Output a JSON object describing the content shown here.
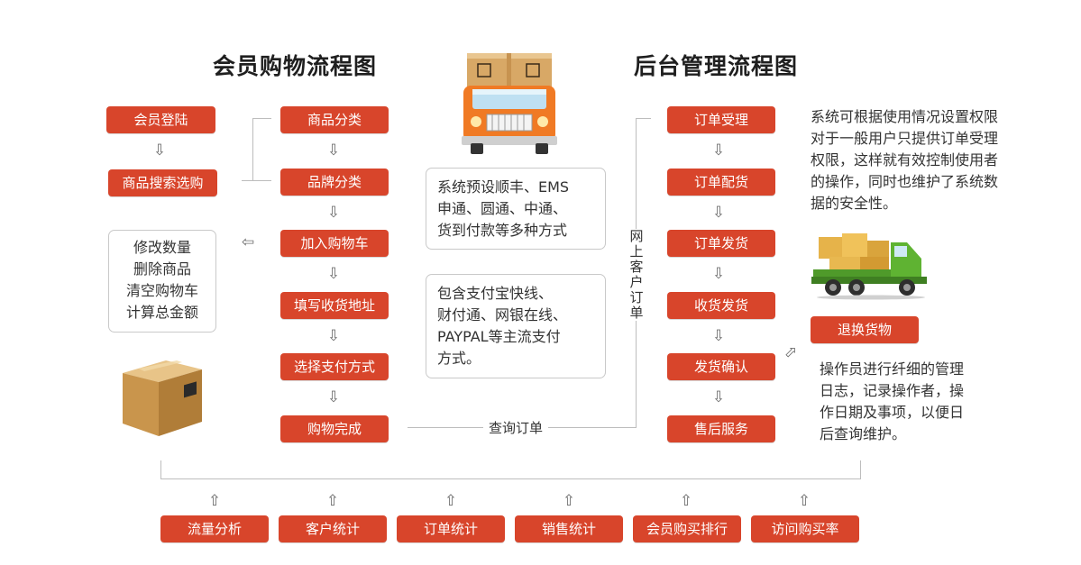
{
  "titles": {
    "member": "会员购物流程图",
    "admin": "后台管理流程图"
  },
  "member_flow": {
    "login": "会员登陆",
    "search": "商品搜索选购",
    "cart_ops": [
      "修改数量",
      "删除商品",
      "清空购物车",
      "计算总金额"
    ]
  },
  "shopping_steps": [
    "商品分类",
    "品牌分类",
    "加入购物车",
    "填写收货地址",
    "选择支付方式",
    "购物完成"
  ],
  "notes": {
    "shipping": [
      "系统预设顺丰、EMS",
      "申通、圆通、中通、",
      "货到付款等多种方式"
    ],
    "payment": [
      "包含支付宝快线、",
      "财付通、网银在线、",
      "PAYPAL等主流支付",
      "方式。"
    ]
  },
  "connectors": {
    "query_order": "查询订单",
    "online_order": "网上客户订单"
  },
  "admin_steps": [
    "订单受理",
    "订单配货",
    "订单发货",
    "收货发货",
    "发货确认",
    "售后服务"
  ],
  "admin_side": {
    "permission_text": [
      "系统可根据使用情况设置权限",
      "对于一般用户只提供订单受理",
      "权限，这样就有效控制使用者",
      "的操作，同时也维护了系统数",
      "据的安全性。"
    ],
    "return_button": "退换货物",
    "log_text": [
      "操作员进行纤细的管理",
      "日志，记录操作者，操",
      "作日期及事项，以便日",
      "后查询维护。"
    ]
  },
  "analytics": [
    "流量分析",
    "客户统计",
    "订单统计",
    "销售统计",
    "会员购买排行",
    "访问购买率"
  ],
  "icons": {
    "arrow_down": "⇩",
    "arrow_up": "⇧",
    "arrow_left": "⇦",
    "arrow_diag": "⬀",
    "illustrations": [
      "orange-delivery-truck",
      "cardboard-box",
      "green-cargo-truck"
    ]
  },
  "colors": {
    "button": "#d8452b",
    "button_text": "#ffffff",
    "line": "#bdbdbd",
    "note_border": "#c9c9c9"
  }
}
